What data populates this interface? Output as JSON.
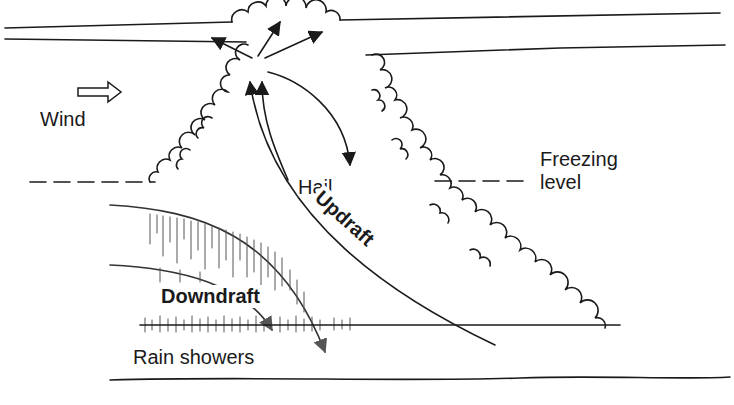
{
  "diagram": {
    "labels": [
      "Wind",
      "Hail",
      "Freezing level",
      "Updraft",
      "Downdraft",
      "Rain showers"
    ]
  }
}
